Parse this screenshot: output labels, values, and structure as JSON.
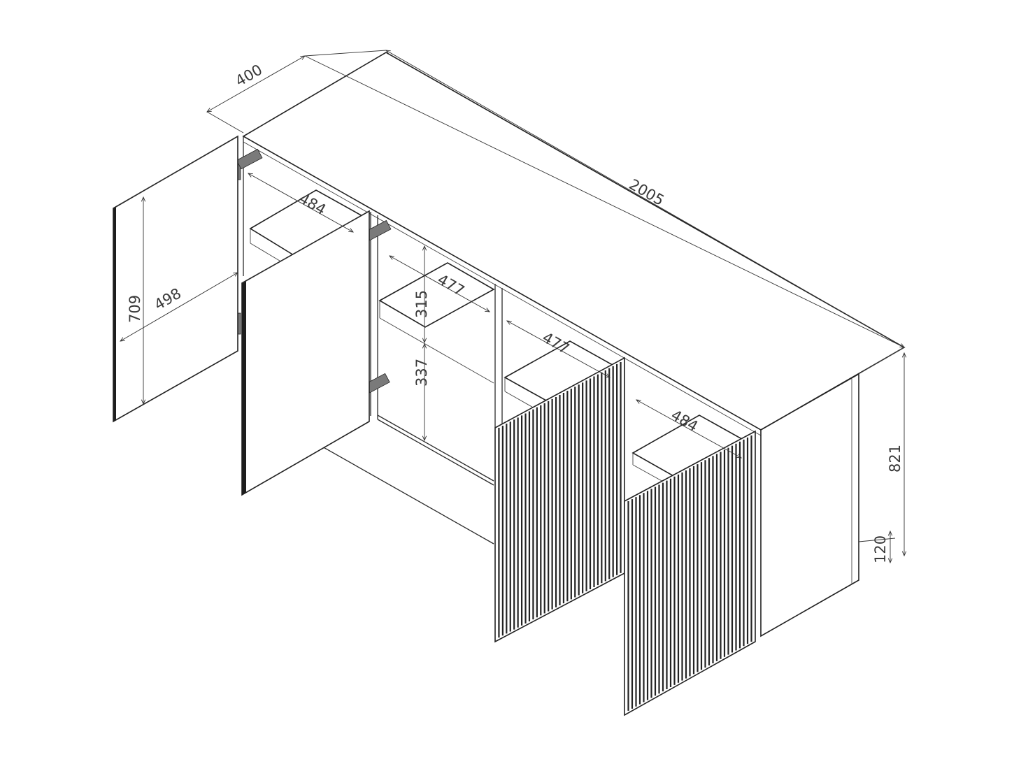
{
  "dimensions": {
    "depth": "400",
    "width": "2005",
    "height": "821",
    "plinth_height": "120",
    "door_height": "709",
    "door_width": "498",
    "shelf_left": "484",
    "shelf_mid_left": "477",
    "shelf_mid_right": "477",
    "shelf_right": "484",
    "upper_compartment": "315",
    "lower_compartment": "337"
  },
  "colors": {
    "line": "#2b2b2b",
    "background": "#ffffff"
  }
}
